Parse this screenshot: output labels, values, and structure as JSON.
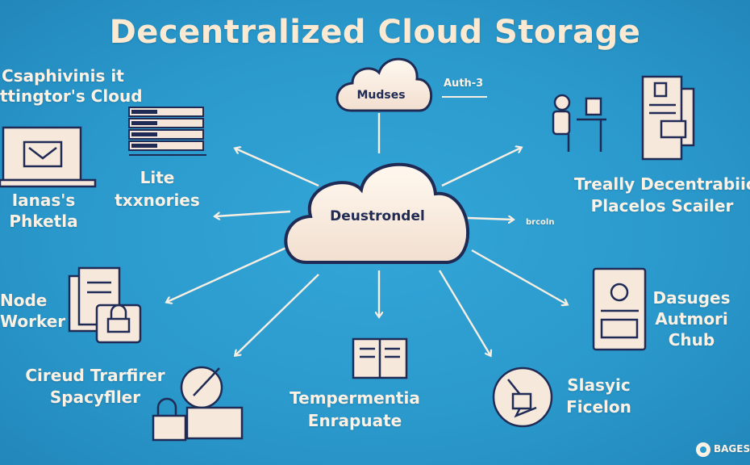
{
  "title": "Decentralized Cloud Storage",
  "center_cloud": "Deustrondel",
  "top_cloud": "Mudses",
  "auth_label": "Auth-3",
  "labels": {
    "top_left": [
      "Csaphivinis it",
      "ttingtor's Cloud"
    ],
    "laptop": [
      "Ianas's",
      "Phketla"
    ],
    "server": [
      "Lite",
      "txxnories"
    ],
    "top_right": [
      "Treally Decentrabiic",
      "Placelos Scailer"
    ],
    "small_right": "brcoln",
    "node": [
      "Node",
      "Worker"
    ],
    "right_doc": [
      "Dasuges",
      "Autmori",
      "Chub"
    ],
    "transfer": [
      "Cireud Trarfirer",
      "Spacyfller"
    ],
    "book": [
      "Tempermentia",
      "Enrapuate"
    ],
    "globe": [
      "Slasyic",
      "Ficelon"
    ]
  },
  "logo": "BAGES",
  "colors": {
    "background": "#2b9ccf",
    "cream": "#fbf1e4",
    "navy": "#1f2b55"
  }
}
